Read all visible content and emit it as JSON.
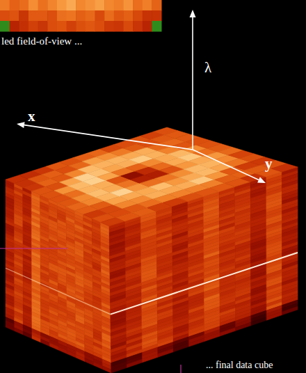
{
  "diagram": {
    "labels": [
      "led field-of-view ...",
      "λ",
      "x",
      "y",
      "... final data cube"
    ]
  }
}
